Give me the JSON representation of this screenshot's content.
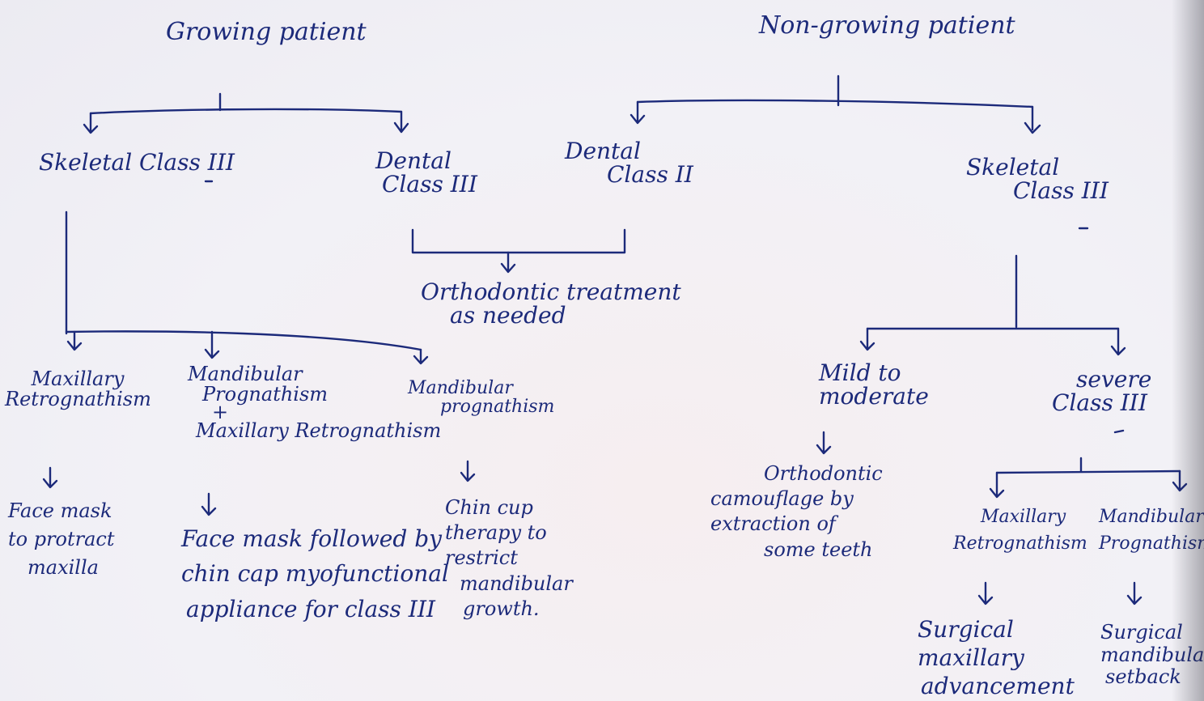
{
  "colors": {
    "ink": "#1c2a7a",
    "paper": "#f2f1f6"
  },
  "left": {
    "heading": "Growing patient",
    "skeletal": "Skeletal Class III",
    "dental": [
      "Dental",
      "Class III"
    ],
    "maxillary_retrognathism": {
      "label": [
        "Maxillary",
        "Retrognathism"
      ],
      "treatment": [
        "Face mask",
        "to protract",
        "maxilla"
      ]
    },
    "combined": {
      "label": [
        "Mandibular",
        "Prognathism",
        "+",
        "Maxillary Retrognathism"
      ],
      "treatment": [
        "Face mask followed by",
        "chin cap myofunctional",
        "appliance for class III"
      ]
    },
    "mandibular_prognathism": {
      "label": [
        "Mandibular",
        "prognathism"
      ],
      "treatment": [
        "Chin cup",
        "therapy to",
        "restrict",
        "mandibular",
        "growth."
      ]
    }
  },
  "center": {
    "dental": [
      "Dental",
      "Class II"
    ],
    "outcome": [
      "Orthodontic treatment",
      "as needed"
    ]
  },
  "right": {
    "heading": "Non-growing patient",
    "skeletal": [
      "Skeletal",
      "Class III"
    ],
    "mild": {
      "label": [
        "Mild to",
        "moderate"
      ],
      "treatment": [
        "Orthodontic",
        "camouflage by",
        "extraction of",
        "some teeth"
      ]
    },
    "severe": {
      "label": [
        "severe",
        "Class III"
      ],
      "maxillary": {
        "label": [
          "Maxillary",
          "Retrognathism"
        ],
        "treatment": [
          "Surgical",
          "maxillary",
          "advancement"
        ]
      },
      "mandibular": {
        "label": [
          "Mandibular",
          "Prognathism"
        ],
        "treatment": [
          "Surgical",
          "mandibular",
          "setback"
        ]
      }
    }
  }
}
